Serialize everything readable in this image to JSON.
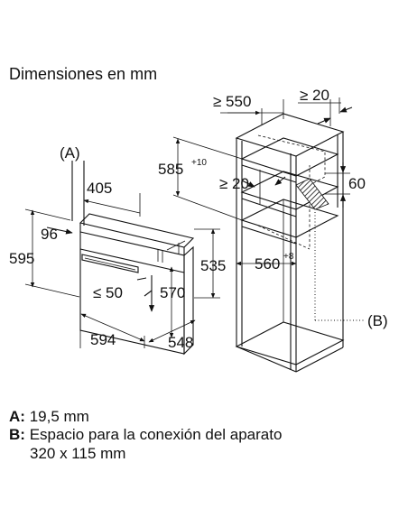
{
  "title": "Dimensiones en mm",
  "callouts": {
    "a": "(A)",
    "b": "(B)"
  },
  "oven_dims": {
    "depth_top": "405",
    "front_lip": "96",
    "height": "595",
    "clearance": "≤ 50",
    "inner_height": "570",
    "niche_height": "535",
    "width": "594",
    "depth": "548"
  },
  "cabinet_dims": {
    "depth_min": "≥ 550",
    "rear_gap": "≥ 20",
    "niche_height": "585",
    "niche_height_tol": "+10",
    "vent_gap": "≥ 20",
    "slot": "60",
    "niche_width": "560",
    "niche_width_tol": "+8"
  },
  "legend": [
    {
      "key": "A:",
      "text": "19,5 mm"
    },
    {
      "key": "B:",
      "text": "Espacio para la conexión del aparato",
      "text2": "320 x 115 mm"
    }
  ]
}
